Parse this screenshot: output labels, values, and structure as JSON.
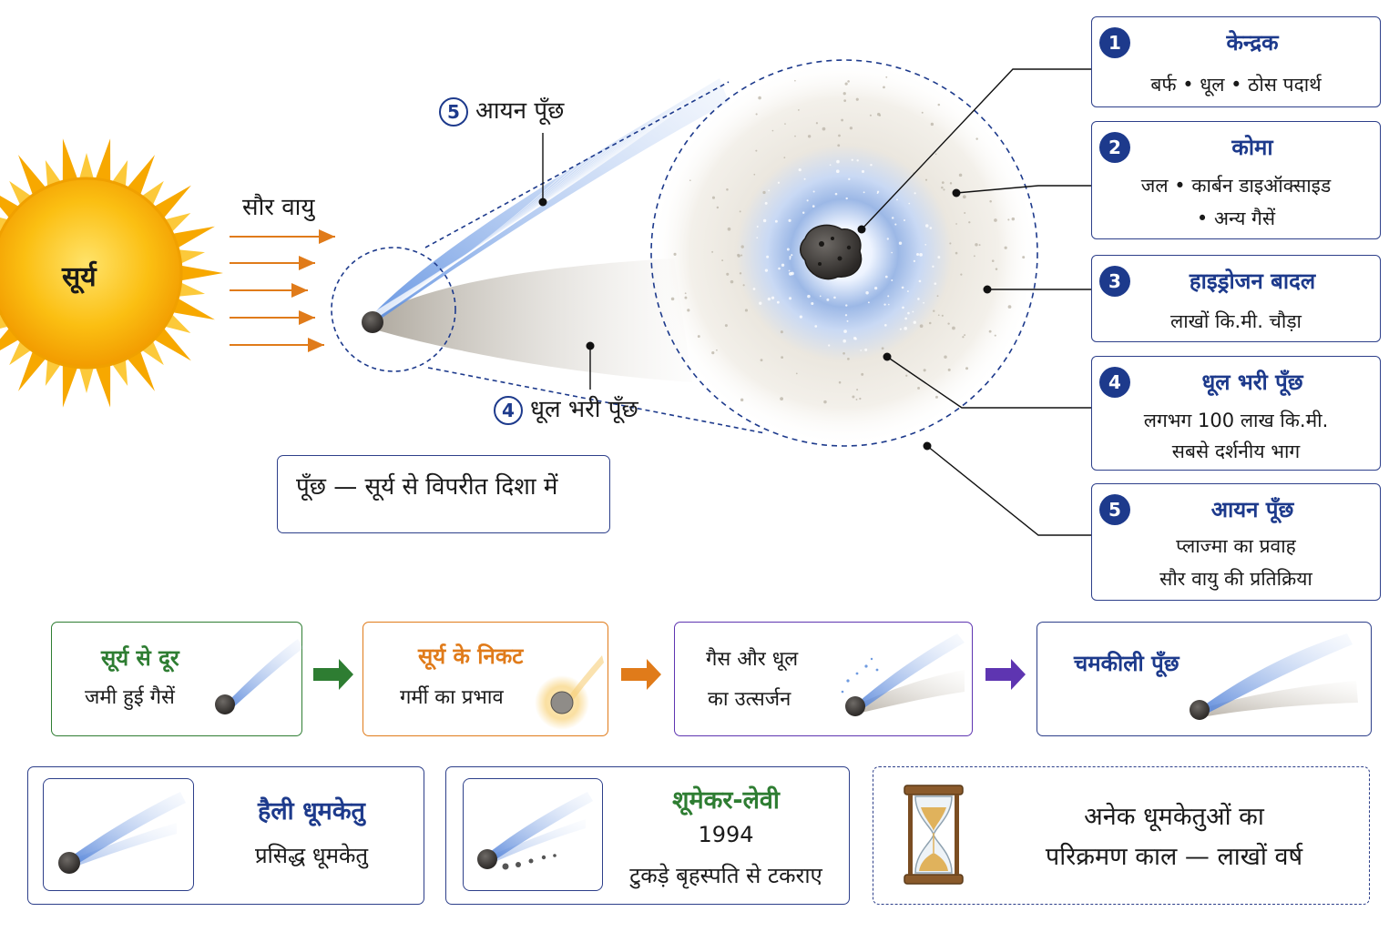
{
  "sun_label": "सूर्य",
  "solar_wind_label": "सौर वायु",
  "ion_tail_label": {
    "num": "5",
    "text": "आयन पूँछ"
  },
  "dust_tail_label": {
    "num": "4",
    "text": "धूल भरी पूँछ"
  },
  "direction_note": "पूँछ — सूर्य से विपरीत दिशा में",
  "callouts": [
    {
      "num": "1",
      "title": "केन्द्रक",
      "lines": [
        "बर्फ  •  धूल  •  ठोस पदार्थ"
      ]
    },
    {
      "num": "2",
      "title": "कोमा",
      "lines": [
        "जल • कार्बन डाइऑक्साइड",
        "• अन्य गैसें"
      ]
    },
    {
      "num": "3",
      "title": "हाइड्रोजन बादल",
      "lines": [
        "लाखों कि.मी. चौड़ा"
      ]
    },
    {
      "num": "4",
      "title": "धूल भरी पूँछ",
      "lines": [
        "लगभग 100 लाख कि.मी.",
        "सबसे दर्शनीय भाग"
      ]
    },
    {
      "num": "5",
      "title": "आयन पूँछ",
      "lines": [
        "प्लाज्मा का प्रवाह",
        "सौर वायु की प्रतिक्रिया"
      ]
    }
  ],
  "stages": [
    {
      "title": "सूर्य से दूर",
      "subtitle": "जमी हुई गैसें"
    },
    {
      "title": "सूर्य के निकट",
      "subtitle": "गर्मी का प्रभाव"
    },
    {
      "title": "गैस और धूल",
      "subtitle": "का उत्सर्जन"
    },
    {
      "title": "चमकीली पूँछ",
      "subtitle": ""
    }
  ],
  "examples": [
    {
      "title": "हैली धूमकेतु",
      "lines": [
        "प्रसिद्ध धूमकेतु"
      ]
    },
    {
      "title": "शूमेकर-लेवी",
      "lines": [
        "1994",
        "टुकड़े बृहस्पति से टकराए"
      ]
    },
    {
      "title": "",
      "lines": [
        "अनेक धूमकेतुओं का",
        "परिक्रमण काल  —  लाखों वर्ष"
      ]
    }
  ],
  "colors": {
    "navy": "#1d3a8c",
    "green": "#2e7d32",
    "orange": "#e07b1a",
    "purple": "#5e35b1",
    "sun": "#f7b500",
    "ion_blue": "#6f9be0",
    "dust_gray": "#b9b3aa"
  }
}
